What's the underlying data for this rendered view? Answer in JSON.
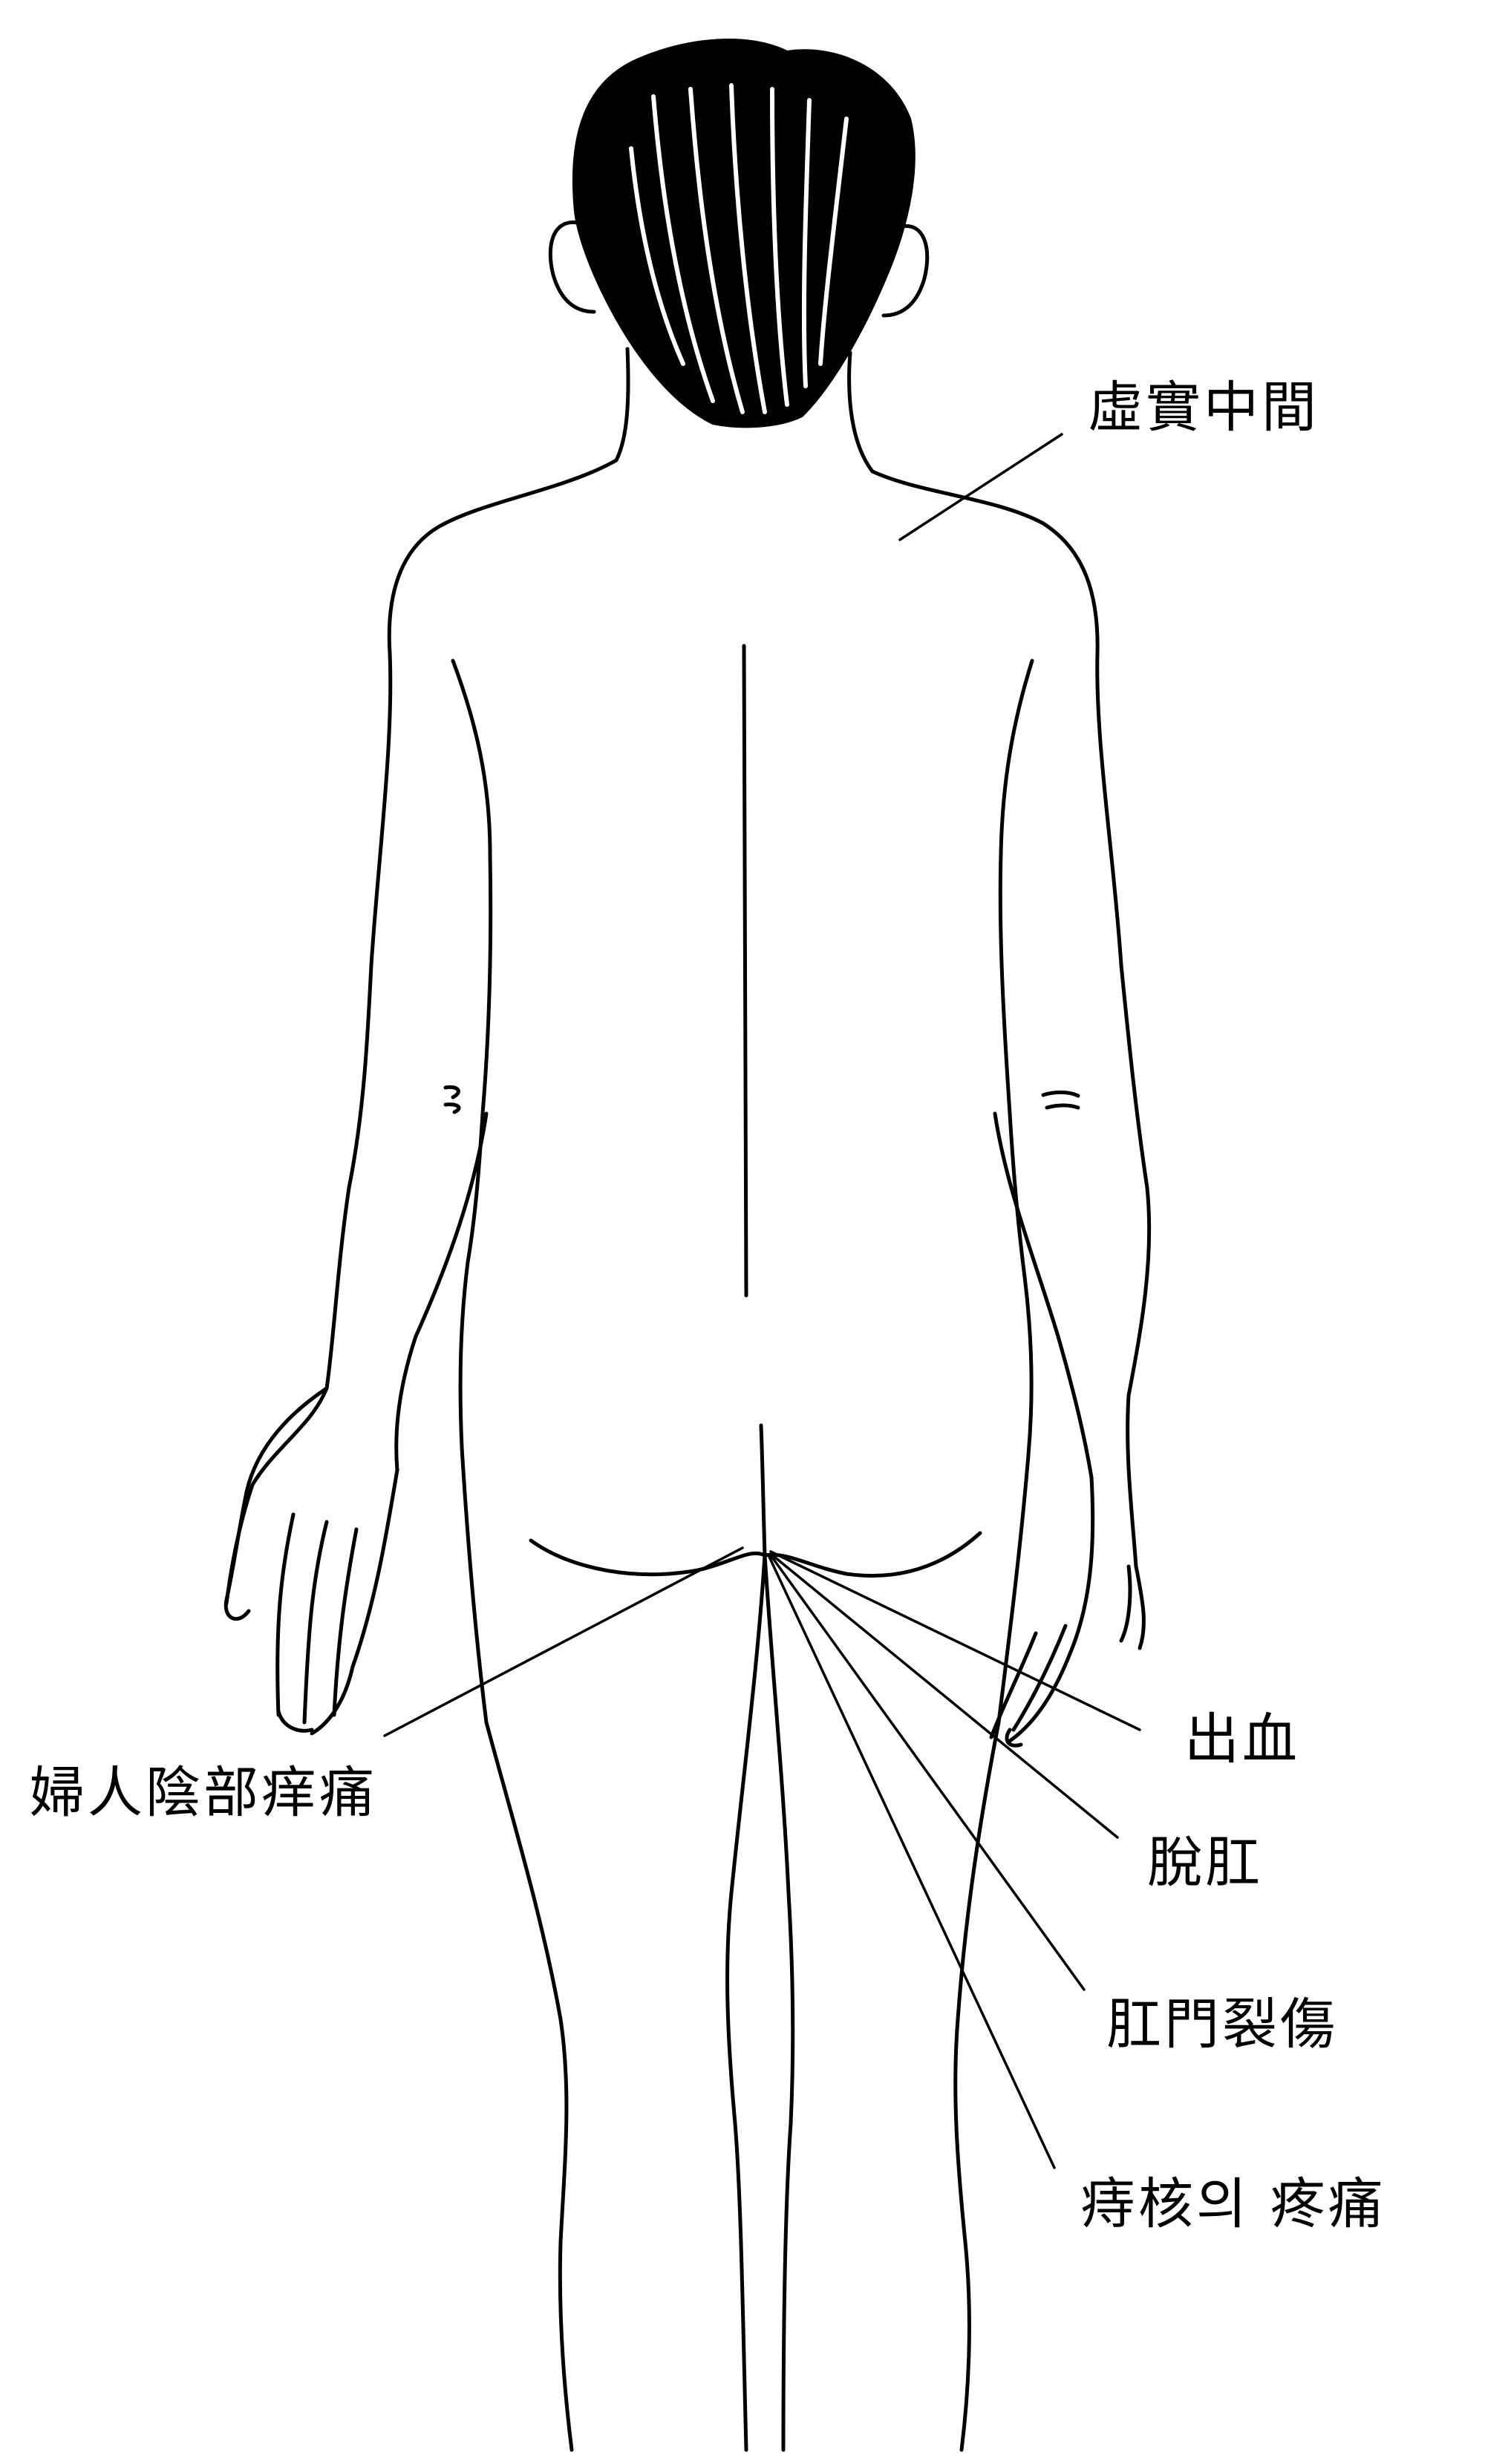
{
  "labels": {
    "shoulder": "虛實中間",
    "female_genital_itch": "婦人陰部痒痛",
    "bleeding": "出血",
    "prolapse": "脫肛",
    "anal_fissure": "肛門裂傷",
    "hemorrhoid_pain": "痔核의 疼痛"
  },
  "colors": {
    "ink": "#000000",
    "paper": "#ffffff"
  }
}
